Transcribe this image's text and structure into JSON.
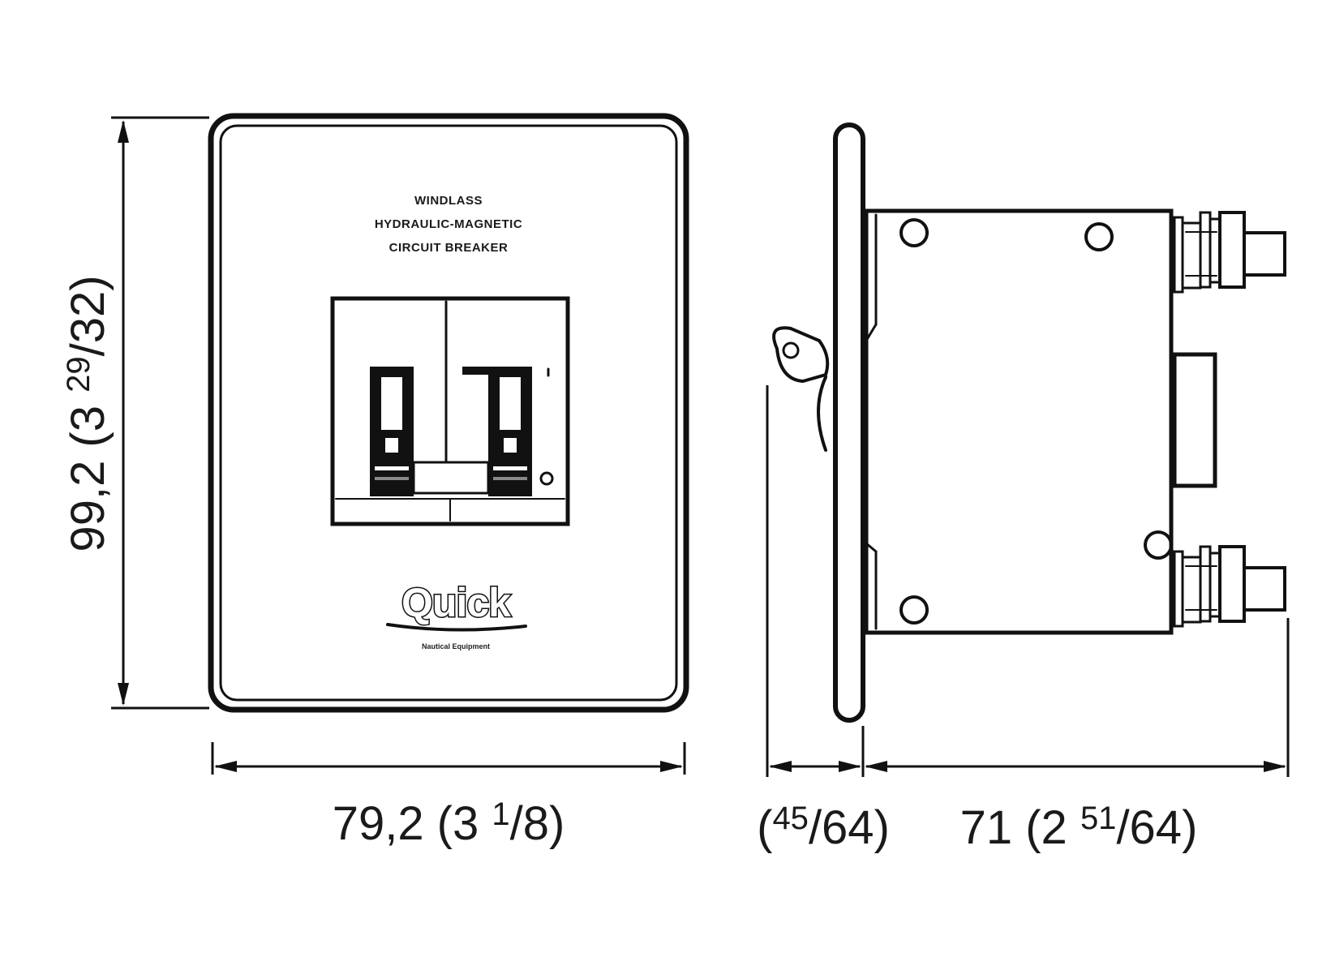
{
  "front_view": {
    "caption_lines": [
      "WINDLASS",
      "HYDRAULIC-MAGNETIC",
      "CIRCUIT BREAKER"
    ],
    "brand": "Quick",
    "brand_subtitle": "Nautical Equipment"
  },
  "dimensions": {
    "height": {
      "main": "99,2 (3 ",
      "sup": "29",
      "rest": "/32)"
    },
    "width": {
      "main": "79,2 (3 ",
      "sup": "1",
      "rest": "/8)"
    },
    "toggle_depth": {
      "open": "(",
      "sup": "45",
      "rest": "/64)"
    },
    "body_depth": {
      "main": "71 (2 ",
      "sup": "51",
      "rest": "/64)"
    }
  },
  "colors": {
    "line": "#111111",
    "background": "#ffffff"
  }
}
